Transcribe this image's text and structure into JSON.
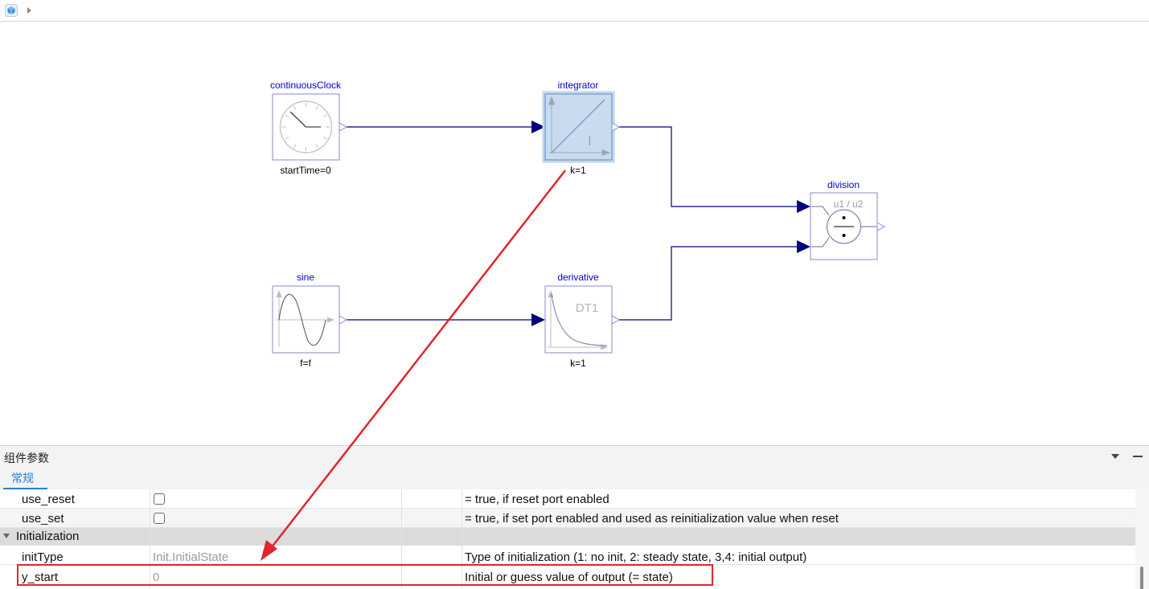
{
  "toolbar": {
    "model_icon": "cube-icon",
    "breadcrumb_chevron": "chevron-right-icon"
  },
  "diagram": {
    "blocks": {
      "continuousClock": {
        "name": "continuousClock",
        "param": "startTime=0",
        "icon": "clock-icon"
      },
      "integrator": {
        "name": "integrator",
        "param": "k=1",
        "icon": "integrator-icon",
        "glyph": "I"
      },
      "division": {
        "name": "division",
        "param": "",
        "icon": "division-icon",
        "glyph": "u1 / u2"
      },
      "sine": {
        "name": "sine",
        "param": "f=f",
        "icon": "sine-wave-icon"
      },
      "derivative": {
        "name": "derivative",
        "param": "k=1",
        "icon": "derivative-icon",
        "glyph": "DT1"
      }
    },
    "colors": {
      "connection": "#00007f",
      "block_name": "#0000d0",
      "selected_fill": "#c9dcef",
      "annotation": "#e0262c"
    }
  },
  "panel": {
    "title": "组件参数",
    "tabs": [
      {
        "label": "常规",
        "active": true
      }
    ],
    "rows": [
      {
        "name": "use_reset",
        "value_type": "checkbox",
        "checked": false,
        "description": "= true, if reset port enabled"
      },
      {
        "name": "use_set",
        "value_type": "checkbox",
        "checked": false,
        "description": "= true, if set port enabled and used as reinitialization value when reset"
      }
    ],
    "group": {
      "label": "Initialization",
      "expanded": true
    },
    "group_rows": [
      {
        "name": "initType",
        "value": "Init.InitialState",
        "description": "Type of initialization (1: no init, 2: steady state, 3,4: initial output)"
      },
      {
        "name": "y_start",
        "value": "0",
        "description": "Initial or guess value of output (= state)"
      }
    ]
  }
}
